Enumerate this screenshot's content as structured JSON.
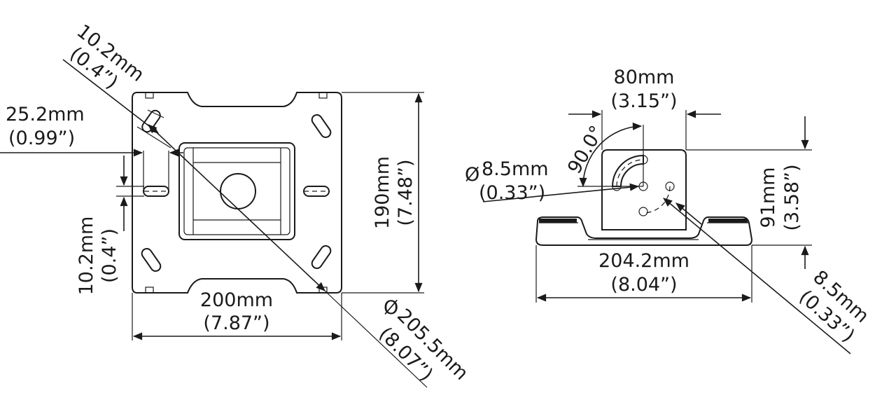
{
  "front_view": {
    "width_mm": "200mm",
    "width_in": "(7.87”)",
    "height_mm": "190mm",
    "height_in": "(7.48”)",
    "slot_width_mm": "10.2mm",
    "slot_width_in": "(0.4”)",
    "slot_offset_mm": "25.2mm",
    "slot_offset_in": "(0.99”)",
    "slot_height_mm": "10.2mm",
    "slot_height_in": "(0.4”)",
    "diag_symbol": "Ø",
    "diag_mm": "205.5mm",
    "diag_in": "(8.07”)"
  },
  "side_view": {
    "plate_width_mm": "80mm",
    "plate_width_in": "(3.15”)",
    "angle": "90.0°",
    "hole_symbol": "Ø",
    "hole_mm": "8.5mm",
    "hole_in": "(0.33”)",
    "height_mm": "91mm",
    "height_in": "(3.58”)",
    "base_width_mm": "204.2mm",
    "base_width_in": "(8.04”)",
    "slot_mm": "8.5mm",
    "slot_in": "(0.33”)"
  }
}
